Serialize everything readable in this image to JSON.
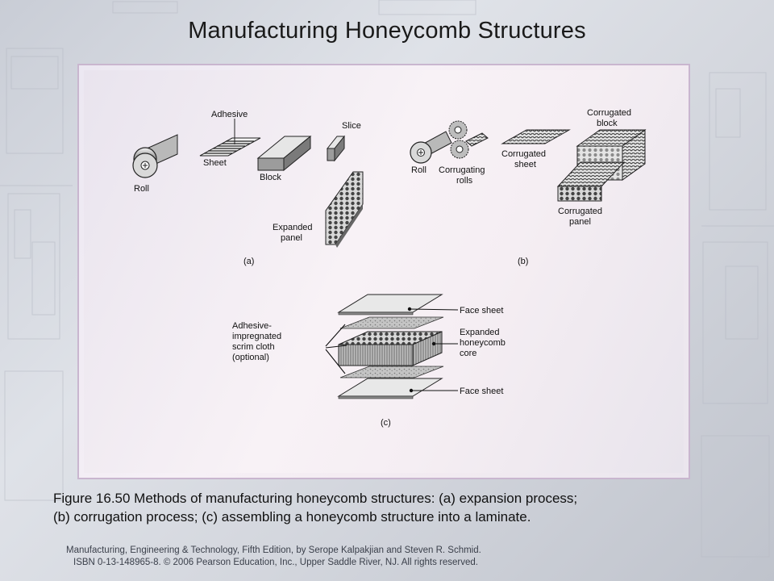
{
  "slide": {
    "title": "Manufacturing Honeycomb Structures",
    "caption_line1": "Figure 16.50  Methods of manufacturing honeycomb structures:  (a) expansion process;",
    "caption_line2": "(b) corrugation process; (c) assembling a honeycomb structure into a laminate.",
    "footer_line1": "Manufacturing, Engineering & Technology, Fifth Edition, by Serope Kalpakjian and Steven R. Schmid.",
    "footer_line2": "ISBN 0-13-148965-8.  © 2006 Pearson Education, Inc., Upper Saddle River, NJ.  All rights reserved."
  },
  "figure_a": {
    "roll": "Roll",
    "adhesive": "Adhesive",
    "sheet": "Sheet",
    "block": "Block",
    "slice": "Slice",
    "expanded_1": "Expanded",
    "expanded_2": "panel",
    "label": "(a)"
  },
  "figure_b": {
    "roll": "Roll",
    "corrugating_1": "Corrugating",
    "corrugating_2": "rolls",
    "corr_sheet_1": "Corrugated",
    "corr_sheet_2": "sheet",
    "corr_block_1": "Corrugated",
    "corr_block_2": "block",
    "corr_panel_1": "Corrugated",
    "corr_panel_2": "panel",
    "label": "(b)"
  },
  "figure_c": {
    "adhesive_1": "Adhesive-",
    "adhesive_2": "impregnated",
    "adhesive_3": "scrim cloth",
    "adhesive_4": "(optional)",
    "face_top": "Face sheet",
    "core_1": "Expanded",
    "core_2": "honeycomb",
    "core_3": "core",
    "face_bottom": "Face sheet",
    "label": "(c)"
  },
  "colors": {
    "title": "#1a1a1a",
    "panel_border": "#c9b6cf"
  }
}
